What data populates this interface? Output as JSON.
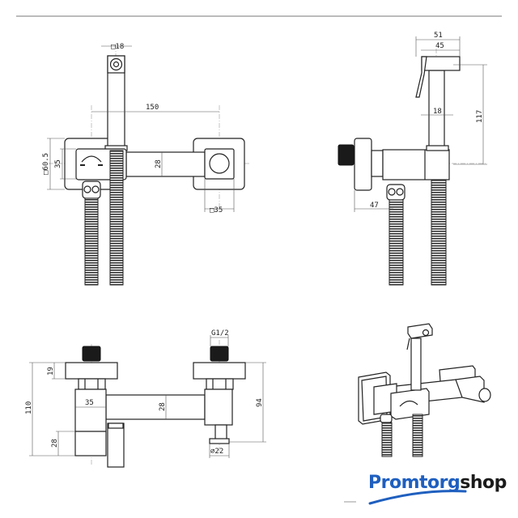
{
  "front_view": {
    "dim_head_square": "□18",
    "dim_center_distance": "150",
    "dim_plate_square": "□60.5",
    "dim_body_height": "35",
    "dim_bar_height": "28",
    "dim_outlet_square": "□35"
  },
  "side_view": {
    "dim_head_length": "51",
    "dim_head_inner": "45",
    "dim_handle_width": "18",
    "dim_height": "117",
    "dim_depth": "47"
  },
  "top_view": {
    "dim_thread": "G1/2",
    "dim_plate_thickness": "19",
    "dim_total": "110",
    "dim_body_width": "35",
    "dim_bar_width": "28",
    "dim_lower": "28",
    "dim_right_total": "94",
    "dim_knob_diameter": "⌀22"
  },
  "logo": {
    "brand_part1": "Promtorg",
    "brand_part2": "shop",
    "brand_color": "#1f5fbf"
  }
}
